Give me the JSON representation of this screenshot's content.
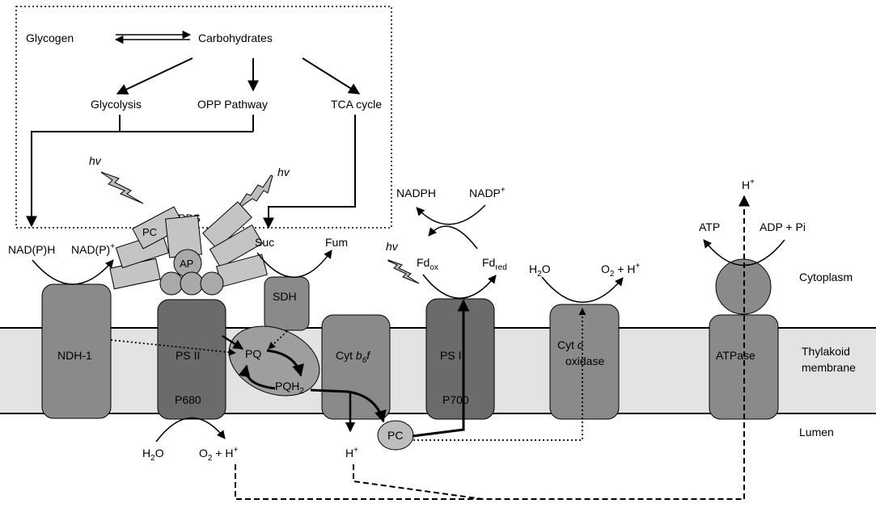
{
  "metabolism": {
    "glycogen": "Glycogen",
    "carbohydrates": "Carbohydrates",
    "glycolysis": "Glycolysis",
    "opp": "OPP Pathway",
    "tca": "TCA cycle"
  },
  "light": {
    "hv": "hv"
  },
  "antenna": {
    "pbs": "PBS",
    "pc": "PC",
    "ap": "AP"
  },
  "cofactors": {
    "nadph_left": "NAD(P)H",
    "nadp_left": "NAD(P)",
    "plus": "+",
    "suc": "Suc",
    "fum": "Fum",
    "nadph": "NADPH",
    "nadp": "NADP",
    "fd": "Fd",
    "ox": "ox",
    "red": "red",
    "h2o_a": "H",
    "h2o_2": "2",
    "h2o_b": "O",
    "o2h_a": "O",
    "o2h_2": "2",
    "o2h_b": " + H",
    "atp": "ATP",
    "adp": "ADP + Pi",
    "h": "H"
  },
  "complexes": {
    "ndh": "NDH-1",
    "ps2": "PS II",
    "p680": "P680",
    "sdh": "SDH",
    "pq": "PQ",
    "pqh": "PQH",
    "pqh_sub": "2",
    "cyt_b6f_a": "Cyt ",
    "cyt_b6f_b": "b",
    "cyt_b6f_6": "6",
    "cyt_b6f_f": "f",
    "ps1": "PS I",
    "p700": "P700",
    "cytc_a": "Cyt ",
    "cytc_c": "c",
    "cytc_b": "oxidase",
    "atpase": "ATPase",
    "pc_lumen": "PC"
  },
  "regions": {
    "cytoplasm": "Cytoplasm",
    "thylakoid_1": "Thylakoid",
    "thylakoid_2": "membrane",
    "lumen": "Lumen"
  },
  "colors": {
    "membrane": "#e3e3e3",
    "complex_mid": "#8a8a8a",
    "complex_dark": "#6b6b6b",
    "antenna": "#c4c4c4",
    "pq_ellipse": "#9e9e9e"
  }
}
